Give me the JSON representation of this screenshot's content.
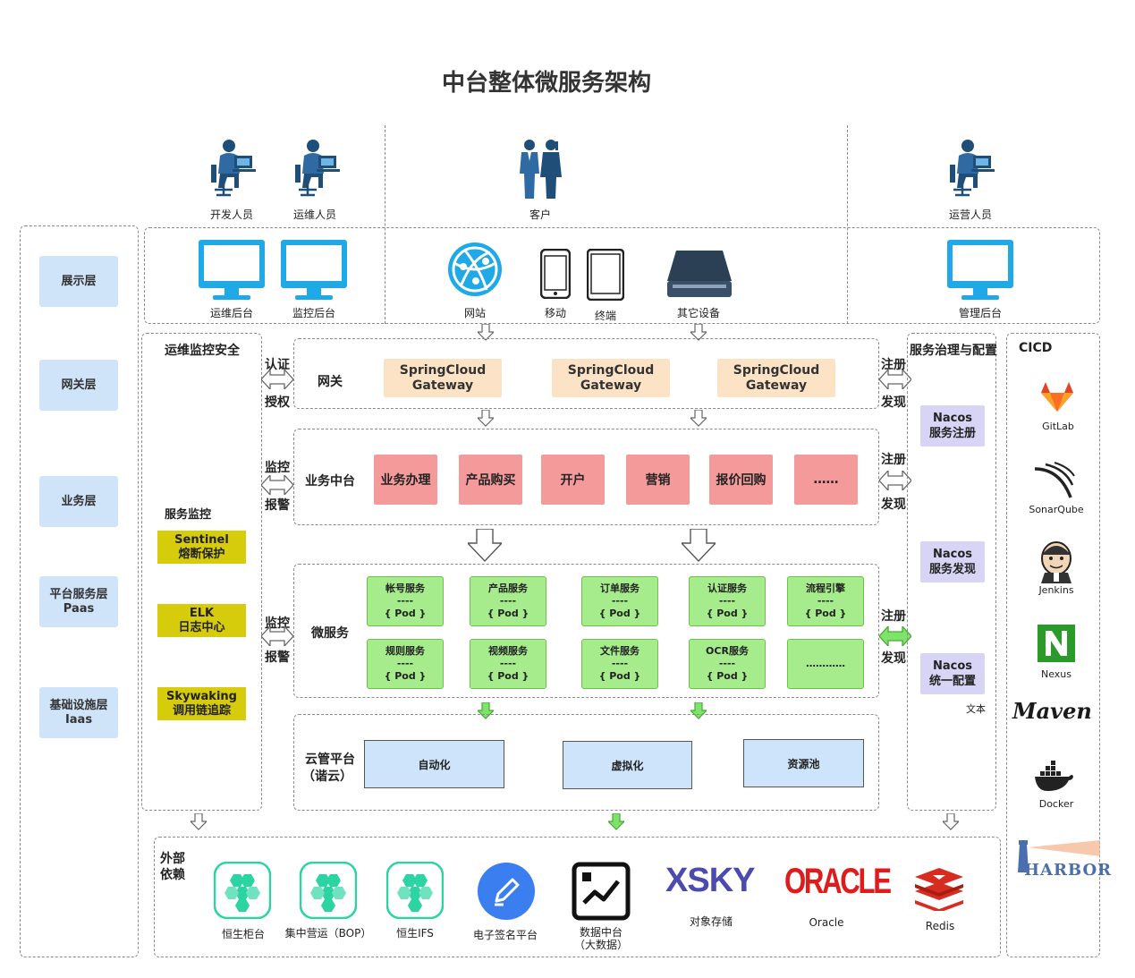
{
  "title": "中台整体微服务架构",
  "users": [
    {
      "label": "开发人员"
    },
    {
      "label": "运维人员"
    },
    {
      "label": "客户"
    },
    {
      "label": "运营人员"
    }
  ],
  "devices": [
    {
      "label": "运维后台"
    },
    {
      "label": "监控后台"
    },
    {
      "label": "网站"
    },
    {
      "label": "移动"
    },
    {
      "label": "终端"
    },
    {
      "label": "其它设备"
    },
    {
      "label": "管理后台"
    }
  ],
  "layers": [
    {
      "label": "展示层"
    },
    {
      "label": "网关层"
    },
    {
      "label": "业务层"
    },
    {
      "label": "平台服务层",
      "sub": "Paas"
    },
    {
      "label": "基础设施层",
      "sub": "Iaas"
    }
  ],
  "ops_panel": {
    "title": "运维监控安全",
    "service_monitor": "服务监控",
    "tools": [
      {
        "name": "Sentinel",
        "desc": "熔断保护"
      },
      {
        "name": "ELK",
        "desc": "日志中心"
      },
      {
        "name": "Skywaking",
        "desc": "调用链追踪"
      }
    ]
  },
  "left_connectors": {
    "auth_top": "认证",
    "auth_bottom": "授权",
    "mon1_top": "监控",
    "mon1_bottom": "报警",
    "mon2_top": "监控",
    "mon2_bottom": "报警"
  },
  "gateway": {
    "label": "网关",
    "items": [
      {
        "line1": "SpringCloud",
        "line2": "Gateway"
      },
      {
        "line1": "SpringCloud",
        "line2": "Gateway"
      },
      {
        "line1": "SpringCloud",
        "line2": "Gateway"
      }
    ]
  },
  "business": {
    "label": "业务中台",
    "items": [
      "业务办理",
      "产品购买",
      "开户",
      "营销",
      "报价回购",
      "……"
    ]
  },
  "microservices": {
    "label": "微服务",
    "row1": [
      {
        "name": "帐号服务",
        "sep": "----",
        "pod": "{ Pod }"
      },
      {
        "name": "产品服务",
        "sep": "----",
        "pod": "{ Pod }"
      },
      {
        "name": "订单服务",
        "sep": "----",
        "pod": "{ Pod }"
      },
      {
        "name": "认证服务",
        "sep": "----",
        "pod": "{ Pod }"
      },
      {
        "name": "流程引擎",
        "sep": "----",
        "pod": "{ Pod }"
      }
    ],
    "row2": [
      {
        "name": "规则服务",
        "sep": "----",
        "pod": "{ Pod }"
      },
      {
        "name": "视频服务",
        "sep": "----",
        "pod": "{ Pod }"
      },
      {
        "name": "文件服务",
        "sep": "----",
        "pod": "{ Pod }"
      },
      {
        "name": "OCR服务",
        "sep": "----",
        "pod": "{ Pod }"
      },
      {
        "name": "…………",
        "sep": "",
        "pod": ""
      }
    ]
  },
  "cloud": {
    "label_line1": "云管平台",
    "label_line2": "（谐云）",
    "items": [
      "自动化",
      "虚拟化",
      "资源池"
    ]
  },
  "right_connectors": {
    "reg1_top": "注册",
    "reg1_bottom": "发现",
    "reg2_top": "注册",
    "reg2_bottom": "发现",
    "reg3_top": "注册",
    "reg3_bottom": "发现"
  },
  "governance": {
    "title": "服务治理与配置",
    "items": [
      {
        "name": "Nacos",
        "desc": "服务注册"
      },
      {
        "name": "Nacos",
        "desc": "服务发现"
      },
      {
        "name": "Nacos",
        "desc": "统一配置"
      }
    ],
    "note": "文本"
  },
  "cicd": {
    "title": "CICD",
    "tools": [
      "GitLab",
      "SonarQube",
      "Jenkins",
      "Nexus",
      "Maven",
      "Docker",
      "HARBOR"
    ]
  },
  "external": {
    "label_line1": "外部",
    "label_line2": "依赖",
    "items": [
      {
        "label": "恒生柜台"
      },
      {
        "label": "集中营运（BOP）"
      },
      {
        "label": "恒生IFS"
      },
      {
        "label": "电子签名平台"
      },
      {
        "label": "数据中台",
        "sub": "（大数据）"
      },
      {
        "label": "对象存储",
        "logo": "XSKY"
      },
      {
        "label": "Oracle",
        "logo": "ORACLE"
      },
      {
        "label": "Redis"
      }
    ]
  },
  "colors": {
    "layer": "#cfe3f9",
    "gateway": "#fde3c6",
    "business": "#f59a9a",
    "microservice": "#a6ec8c",
    "cloud": "#cde4fb",
    "monitor": "#d6cc0b",
    "nacos": "#d7d4f6",
    "icon_blue": "#1fa9e6"
  }
}
